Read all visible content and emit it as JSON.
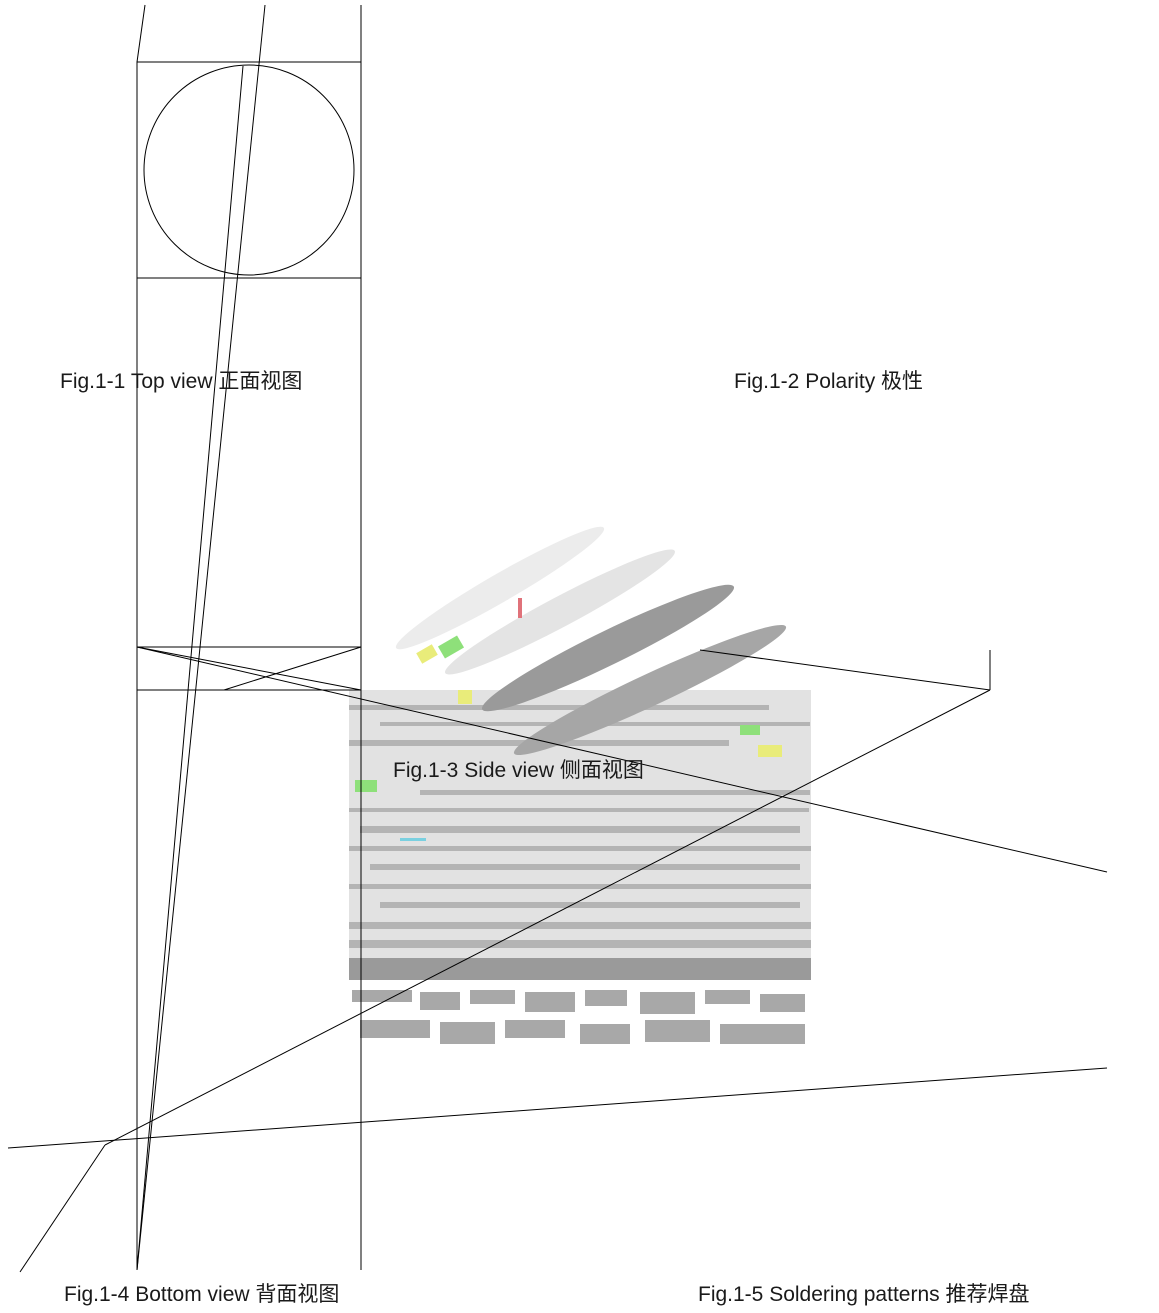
{
  "captions": {
    "fig1": "Fig.1-1 Top view  正面视图",
    "fig2": "Fig.1-2 Polarity  极性",
    "fig3": "Fig.1-3 Side view  侧面视图",
    "fig4": "Fig.1-4 Bottom view  背面视图",
    "fig5": "Fig.1-5 Soldering patterns  推荐焊盘"
  },
  "colors": {
    "line": "#000000",
    "background": "#ffffff",
    "product_gray": "#9a9a9a",
    "product_light": "#e8e8e8",
    "accent_green": "#8ee07a",
    "accent_yellow": "#e9ec7a",
    "accent_red": "#e0727a",
    "accent_cyan": "#7ad0e0"
  },
  "icons": {
    "product_photo": "smd-component-photo-corrupted"
  }
}
